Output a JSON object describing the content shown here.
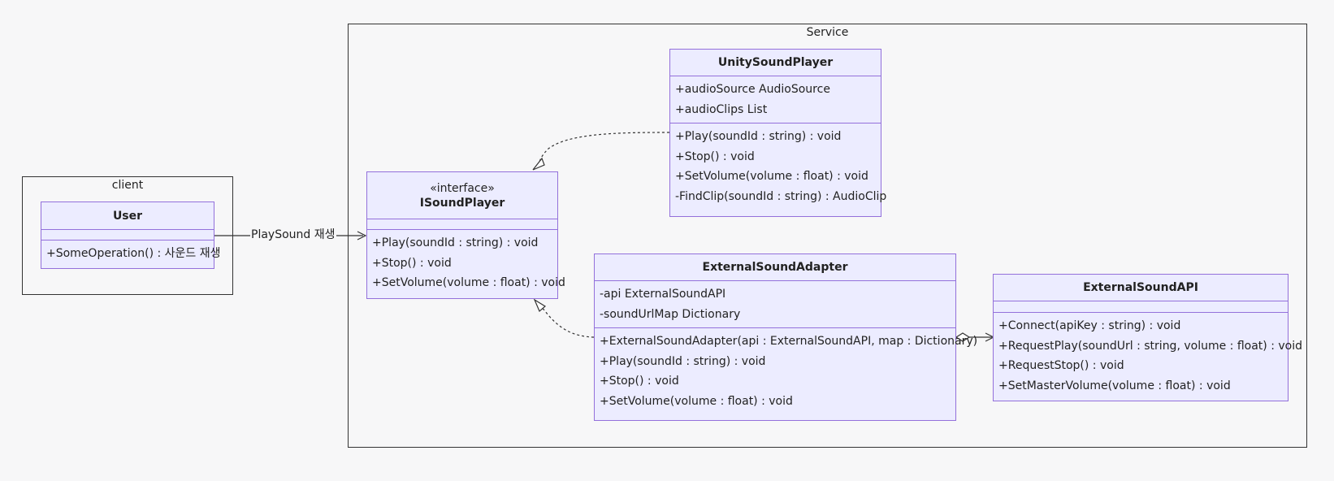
{
  "packages": {
    "client": {
      "title": "client"
    },
    "service": {
      "title": "Service"
    }
  },
  "classes": {
    "user": {
      "name": "User",
      "attributes": [],
      "methods": [
        "+SomeOperation() : 사운드 재생"
      ]
    },
    "isoundplayer": {
      "stereotype": "«interface»",
      "name": "ISoundPlayer",
      "attributes": [],
      "methods": [
        "+Play(soundId : string) : void",
        "+Stop() : void",
        "+SetVolume(volume : float) : void"
      ]
    },
    "unitysoundplayer": {
      "name": "UnitySoundPlayer",
      "attributes": [
        "+audioSource AudioSource",
        "+audioClips List"
      ],
      "methods": [
        "+Play(soundId : string) : void",
        "+Stop() : void",
        "+SetVolume(volume : float) : void",
        "-FindClip(soundId : string) : AudioClip"
      ]
    },
    "externalsoundadapter": {
      "name": "ExternalSoundAdapter",
      "attributes": [
        "-api ExternalSoundAPI",
        "-soundUrlMap Dictionary"
      ],
      "methods": [
        "+ExternalSoundAdapter(api : ExternalSoundAPI, map : Dictionary)",
        "+Play(soundId : string) : void",
        "+Stop() : void",
        "+SetVolume(volume : float) : void"
      ]
    },
    "externalsoundapi": {
      "name": "ExternalSoundAPI",
      "attributes": [],
      "methods": [
        "+Connect(apiKey : string) : void",
        "+RequestPlay(soundUrl : string, volume : float) : void",
        "+RequestStop() : void",
        "+SetMasterVolume(volume : float) : void"
      ]
    }
  },
  "relations": {
    "user_to_player": {
      "label": "PlaySound 재생",
      "kind": "association"
    },
    "unity_realizes": {
      "kind": "realization"
    },
    "adapter_realizes": {
      "kind": "realization"
    },
    "adapter_uses_api": {
      "kind": "aggregation"
    }
  },
  "colors": {
    "class_fill": "#ececff",
    "class_border": "#9370db",
    "line": "#333333",
    "background": "#f7f7f8"
  }
}
